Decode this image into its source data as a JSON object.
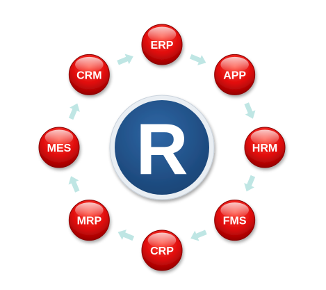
{
  "diagram": {
    "center": {
      "letter": "R",
      "fill": "#1f4f86"
    },
    "node_fill": "#e00c0c",
    "node_dark": "#8a0000",
    "arrow_color": "#bfe6e4",
    "nodes": [
      {
        "id": "erp",
        "label": "ERP"
      },
      {
        "id": "app",
        "label": "APP"
      },
      {
        "id": "hrm",
        "label": "HRM"
      },
      {
        "id": "fms",
        "label": "FMS"
      },
      {
        "id": "crp",
        "label": "CRP"
      },
      {
        "id": "mrp",
        "label": "MRP"
      },
      {
        "id": "mes",
        "label": "MES"
      },
      {
        "id": "crm",
        "label": "CRM"
      }
    ]
  }
}
